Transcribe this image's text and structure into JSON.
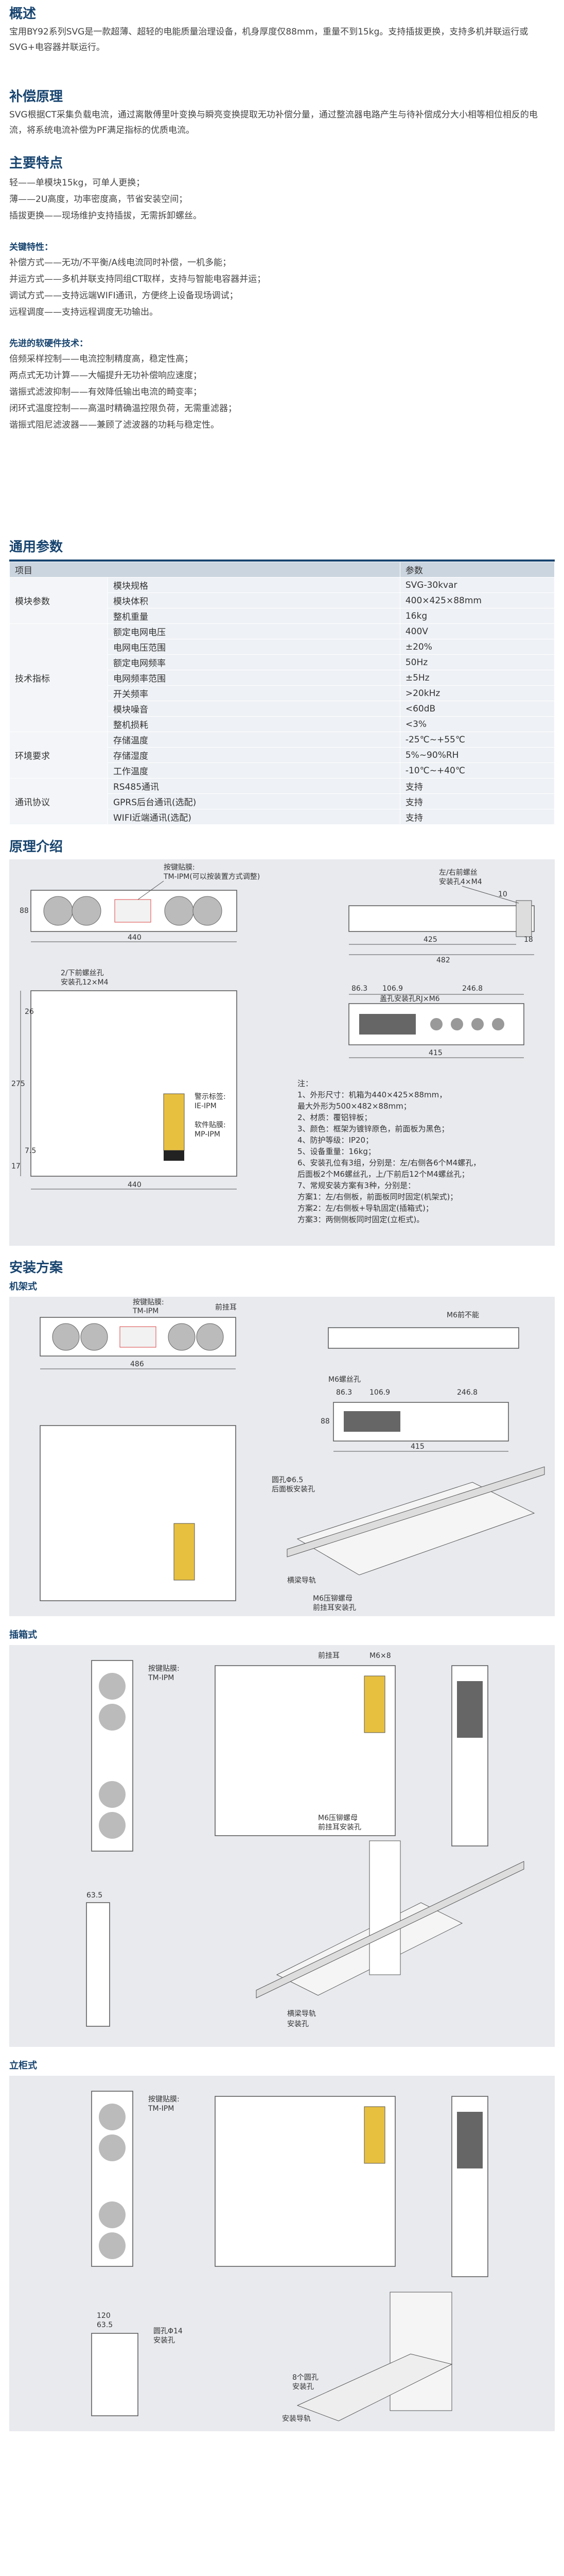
{
  "overview": {
    "title": "概述",
    "text": "宝用BY92系列SVG是一款超薄、超轻的电能质量治理设备，机身厚度仅88mm，重量不到15kg。支持插拔更换，支持多机并联运行或SVG+电容器并联运行。"
  },
  "compensation": {
    "title": "补偿原理",
    "text": "SVG根据CT采集负载电流，通过离散傅里叶变换与瞬亮变换提取无功补偿分量，通过整流器电路产生与待补偿成分大小相等相位相反的电流，将系统电流补偿为PF满足指标的优质电流。"
  },
  "features": {
    "title": "主要特点",
    "items": [
      "轻——单模块15kg，可单人更换；",
      "薄——2U高度，功率密度高，节省安装空间；",
      "插拔更换——现场维护支持插拔，无需拆卸螺丝。"
    ],
    "key_title": "关键特性：",
    "key_items": [
      "补偿方式——无功/不平衡/A线电流同时补偿，一机多能；",
      "并运方式——多机并联支持同组CT取样，支持与智能电容器并运；",
      "调试方式——支持远端WIFI通讯，方便终上设备现场调试；",
      "远程调度——支持远程调度无功输出。"
    ],
    "tech_title": "先进的软硬件技术：",
    "tech_items": [
      "倍频采样控制——电流控制精度高，稳定性高；",
      "两点式无功计算——大幅提升无功补偿响应速度；",
      "谐振式滤波抑制——有效降低输出电流的畸变率；",
      "闭环式温度控制——高温时精确温控限负荷，无需重滤器；",
      "谐振式阻尼滤波器——兼顾了滤波器的功耗与稳定性。"
    ]
  },
  "params": {
    "title": "通用参数",
    "col_item": "项目",
    "col_value": "参数",
    "groups": [
      {
        "cat": "模块参数",
        "rows": [
          [
            "模块规格",
            "SVG-30kvar"
          ],
          [
            "模块体积",
            "400×425×88mm"
          ],
          [
            "整机重量",
            "16kg"
          ]
        ]
      },
      {
        "cat": "技术指标",
        "rows": [
          [
            "额定电网电压",
            "400V"
          ],
          [
            "电网电压范围",
            "±20%"
          ],
          [
            "额定电网频率",
            "50Hz"
          ],
          [
            "电网频率范围",
            "±5Hz"
          ],
          [
            "开关频率",
            ">20kHz"
          ],
          [
            "模块噪音",
            "<60dB"
          ],
          [
            "整机损耗",
            "<3%"
          ]
        ]
      },
      {
        "cat": "环境要求",
        "rows": [
          [
            "存储温度",
            "-25℃~+55℃"
          ],
          [
            "存储湿度",
            "5%~90%RH"
          ],
          [
            "工作温度",
            "-10℃~+40℃"
          ]
        ]
      },
      {
        "cat": "通讯协议",
        "rows": [
          [
            "RS485通讯",
            "支持"
          ],
          [
            "GPRS后台通讯(选配)",
            "支持"
          ],
          [
            "WIFI近端通讯(选配)",
            "支持"
          ]
        ]
      }
    ]
  },
  "principle": {
    "title": "原理介绍",
    "labels": {
      "keep_label": "按键贴膜:",
      "keep_sub": "TM-IPM(可以按装置方式调整)",
      "mount_hole": "左/右前螺丝",
      "mount_sub": "安装孔4×M4",
      "mount_hole2": "2/下前螺丝孔",
      "mount_sub2": "安装孔12×M4",
      "warn_label": "警示标签:",
      "warn_sub": "IE-IPM",
      "soft_label": "软件贴膜:",
      "soft_sub": "MP-IPM",
      "rear_label": "盖孔安装孔RJ×M6",
      "d440": "440",
      "d88": "88",
      "d425": "425",
      "d10": "10",
      "d18": "18",
      "d482": "482",
      "d86": "86.3",
      "d106": "106.9",
      "d246": "246.8",
      "d415": "415",
      "d275": "275",
      "d26": "26",
      "d75": "7.5",
      "d17": "17",
      "d440b": "440"
    },
    "notes": [
      "注：",
      "1、外形尺寸：机箱为440×425×88mm，",
      "   最大外形为500×482×88mm；",
      "2、材质：覆铝锌板；",
      "3、颜色：框架为镀锌原色，前面板为黑色；",
      "4、防护等级：IP20；",
      "5、设备重量：16kg；",
      "6、安装孔位有3组，分别是：左/右侧各6个M4螺孔，",
      "   后面板2个M6螺丝孔，上/下前后12个M4螺丝孔；",
      "7、常规安装方案有3种，分别是：",
      "方案1：左/右侧板，前面板同时固定(机架式)；",
      "方案2：左/右侧板+导轨固定(插箱式)；",
      "方案3：两侧侧板同时固定(立柜式)。"
    ]
  },
  "install": {
    "title": "安装方案",
    "rack": {
      "caption": "机架式",
      "labels": {
        "keep": "按键贴膜:",
        "keep_sub": "TM-IPM",
        "front": "前挂耳",
        "m6": "M6前不能",
        "m6b": "M6螺丝孔",
        "d486": "486",
        "d86": "86.3",
        "d106": "106.9",
        "d246": "246.8",
        "d415": "415",
        "d88": "88",
        "hole": "圆孔Φ6.5",
        "hole2": "后面板安装孔",
        "rail": "横梁导轨",
        "m6c": "M6压铆螺母",
        "m6d": "前挂耳安装孔"
      }
    },
    "drawer": {
      "caption": "插箱式",
      "labels": {
        "keep": "按键贴膜:",
        "keep_sub": "TM-IPM",
        "front": "前挂耳",
        "m6": "M6×8",
        "d63": "63.5",
        "m6b": "M6压铆螺母",
        "m6c": "前挂耳安装孔",
        "rail": "横梁导轨",
        "rail2": "安装孔"
      }
    },
    "cabinet": {
      "caption": "立柜式",
      "labels": {
        "keep": "按键贴膜:",
        "keep_sub": "TM-IPM",
        "d120": "120",
        "d63": "63.5",
        "hole": "圆孔Φ14",
        "hole2": "安装孔",
        "hole3": "8个圆孔",
        "hole4": "安装孔",
        "rail": "安装导轨"
      }
    }
  }
}
